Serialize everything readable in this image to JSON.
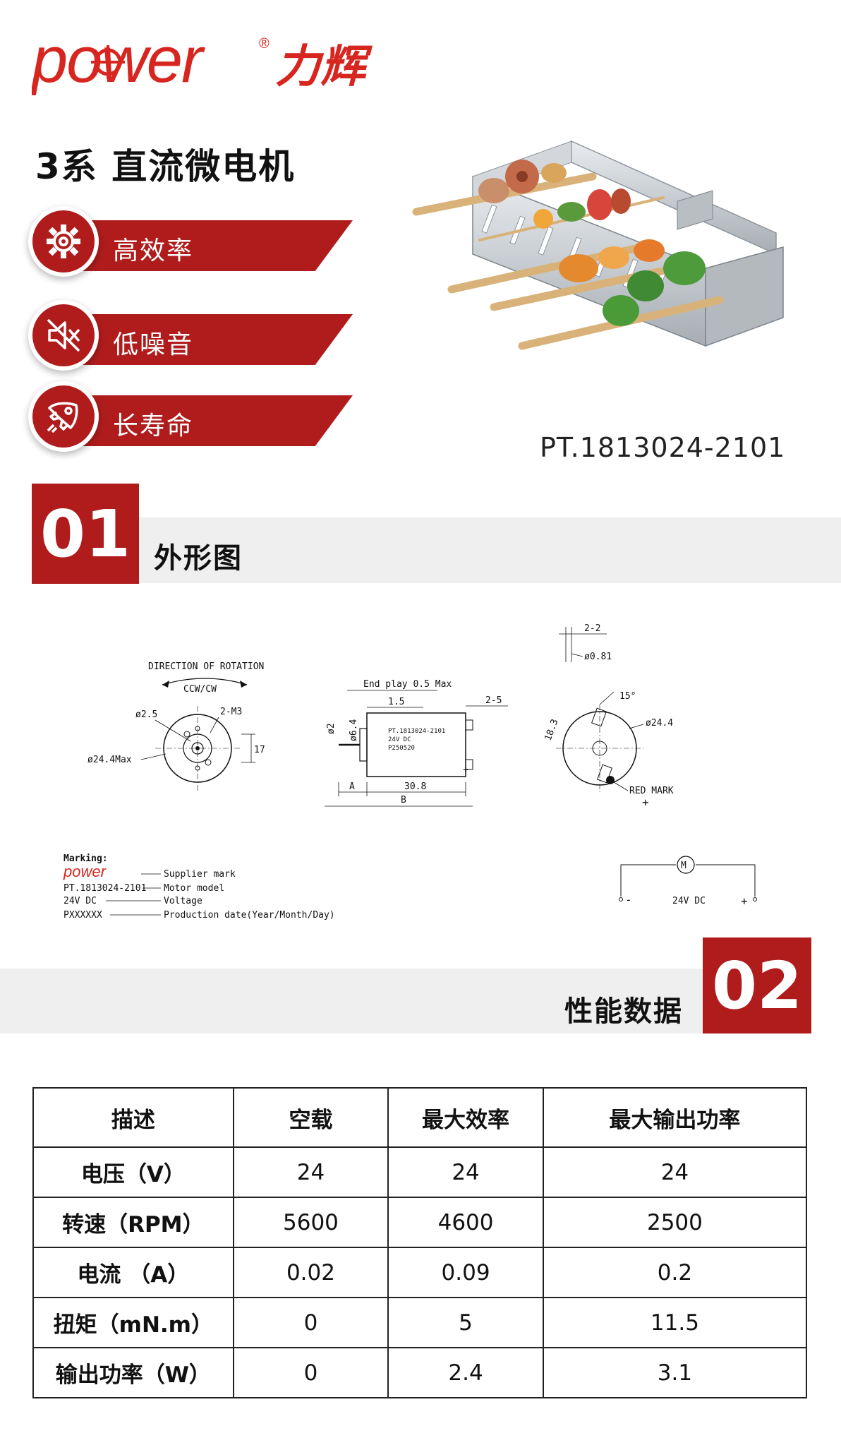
{
  "brand": {
    "logo_text": "power",
    "registered_mark": "®",
    "chinese_name": "力辉",
    "color": "#d7261f"
  },
  "product": {
    "title": "3系 直流微电机",
    "model_caption": "PT.1813024-2101"
  },
  "features": [
    {
      "label": "高效率",
      "icon": "gear-icon"
    },
    {
      "label": "低噪音",
      "icon": "muted-speaker-icon"
    },
    {
      "label": "长寿命",
      "icon": "rocket-icon"
    }
  ],
  "sections": {
    "s01": {
      "number": "01",
      "title": "外形图"
    },
    "s02": {
      "number": "02",
      "title": "性能数据"
    }
  },
  "drawing": {
    "front": {
      "direction_label": "DIRECTION OF ROTATION",
      "direction_value": "CCW/CW",
      "dim_shaft": "ø2.5",
      "dim_holes": "2-M3",
      "dim_body": "ø24.4Max",
      "dim_height": "17"
    },
    "side": {
      "end_play": "End play 0.5 Max",
      "dim_shaft": "ø2",
      "dim_boss": "ø6.4",
      "dim_small": "1.5",
      "dim_terminal": "2-5",
      "dim_a": "A",
      "dim_length": "30.8",
      "dim_b": "B",
      "label_line1": "PT.1813024-2101",
      "label_line2": "24V DC",
      "label_line3": "P250520"
    },
    "rear": {
      "dim_term_w": "2-2",
      "dim_term_d": "ø0.81",
      "dim_angle": "15°",
      "dim_body": "ø24.4",
      "dim_offset": "18.3",
      "red_mark": "RED MARK",
      "plus": "+"
    },
    "marking": {
      "heading": "Marking:",
      "logo_text": "power",
      "rows": [
        {
          "value": "",
          "desc": "Supplier mark"
        },
        {
          "value": "PT.1813024-2101",
          "desc": "Motor model"
        },
        {
          "value": "24V DC",
          "desc": "Voltage"
        },
        {
          "value": "PXXXXXX",
          "desc": "Production date(Year/Month/Day)"
        }
      ]
    },
    "circuit": {
      "motor_symbol": "M",
      "voltage": "24V DC",
      "minus": "-",
      "plus": "+"
    }
  },
  "table": {
    "headers": [
      "描述",
      "空载",
      "最大效率",
      "最大输出功率"
    ],
    "rows": [
      [
        "电压（V）",
        "24",
        "24",
        "24"
      ],
      [
        "转速（RPM）",
        "5600",
        "4600",
        "2500"
      ],
      [
        "电流 （A）",
        "0.02",
        "0.09",
        "0.2"
      ],
      [
        "扭矩（mN.m）",
        "0",
        "5",
        "11.5"
      ],
      [
        "输出功率（W）",
        "0",
        "2.4",
        "3.1"
      ]
    ]
  },
  "colors": {
    "accent": "#b01c1c",
    "section_bar": "#efefef"
  }
}
